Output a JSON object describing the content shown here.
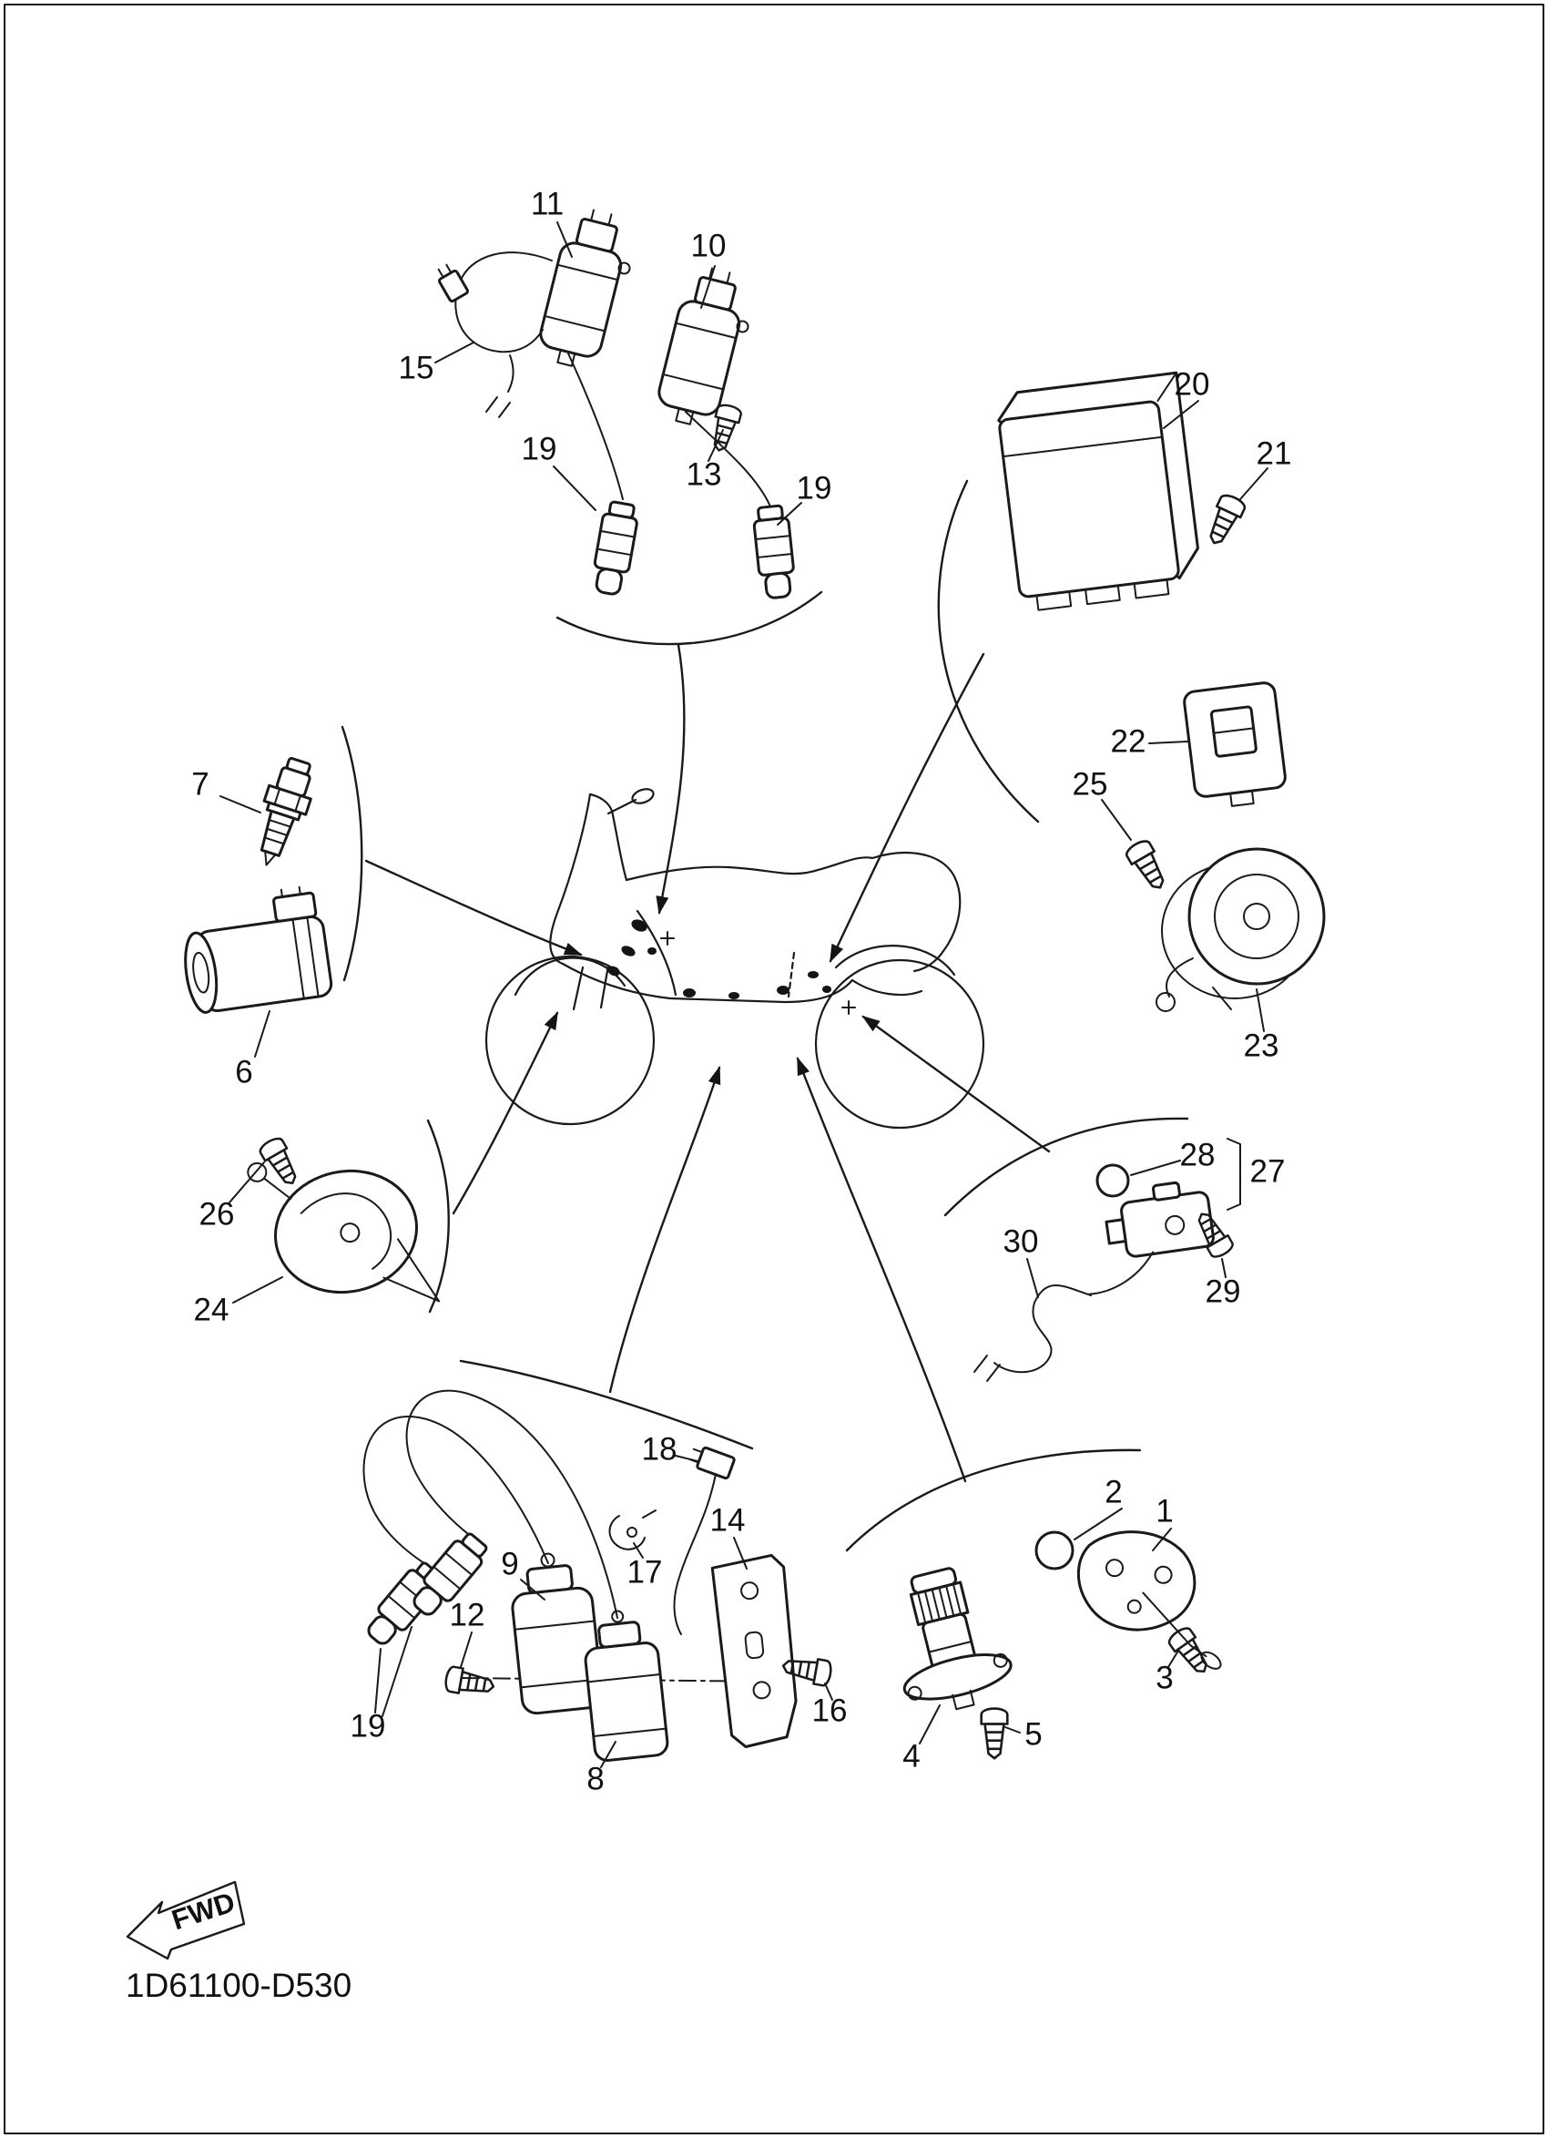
{
  "diagram": {
    "code": "1D61100-D530",
    "fwd_label": "FWD",
    "callouts": [
      "11",
      "10",
      "15",
      "19",
      "13",
      "19",
      "20",
      "21",
      "22",
      "25",
      "23",
      "7",
      "6",
      "26",
      "24",
      "28",
      "27",
      "30",
      "29",
      "2",
      "1",
      "18",
      "14",
      "9",
      "17",
      "12",
      "3",
      "16",
      "4",
      "5",
      "19",
      "8"
    ],
    "colors": {
      "ink": "#1a1a1a",
      "paper": "#ffffff"
    }
  }
}
